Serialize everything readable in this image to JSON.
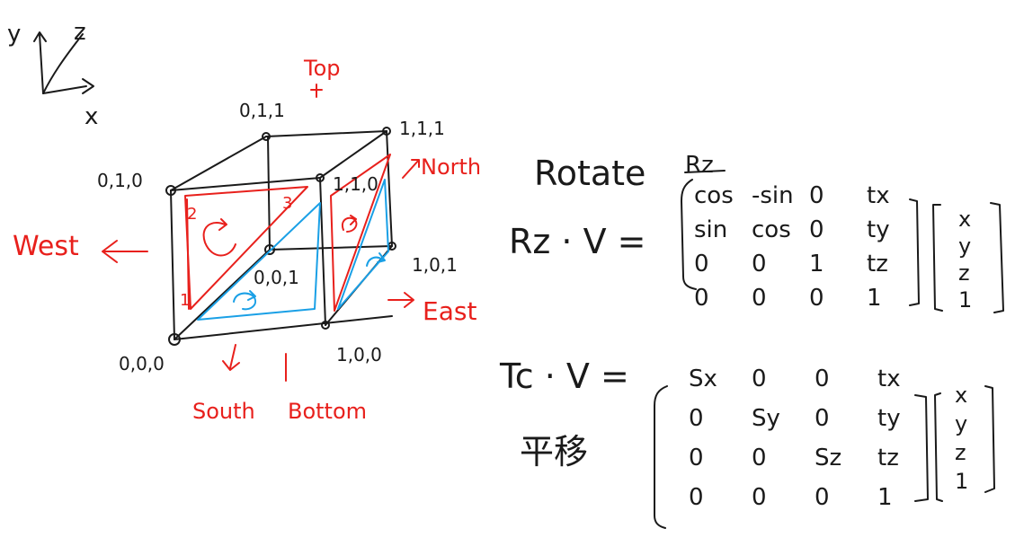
{
  "axes": {
    "y": "y",
    "z": "z",
    "x": "x"
  },
  "vertices": {
    "v010": "0,1,0",
    "v011": "0,1,1",
    "v111": "1,1,1",
    "v110": "1,1,0",
    "v001": "0,0,1",
    "v101": "1,0,1",
    "v000": "0,0,0",
    "v100": "1,0,0"
  },
  "faces": {
    "top": "Top",
    "north": "North",
    "west": "West",
    "east": "East",
    "south": "South",
    "bottom": "Bottom"
  },
  "edge_numbers": {
    "one": "1",
    "two": "2",
    "three": "3"
  },
  "rotate": {
    "label": "Rotate",
    "matrix_name": "Rz",
    "equation_lhs": "Rz · V =",
    "matrix": [
      [
        "cos",
        "-sin",
        "0",
        "tx"
      ],
      [
        "sin",
        "cos",
        "0",
        "ty"
      ],
      [
        "0",
        "0",
        "1",
        "tz"
      ],
      [
        "0",
        "0",
        "0",
        "1"
      ]
    ],
    "vector": [
      "x",
      "y",
      "z",
      "1"
    ]
  },
  "translate": {
    "equation_lhs": "Tc · V =",
    "chinese_label": "平移",
    "matrix": [
      [
        "Sx",
        "0",
        "0",
        "tx"
      ],
      [
        "0",
        "Sy",
        "0",
        "ty"
      ],
      [
        "0",
        "0",
        "Sz",
        "tz"
      ],
      [
        "0",
        "0",
        "0",
        "1"
      ]
    ],
    "vector": [
      "x",
      "y",
      "z",
      "1"
    ]
  },
  "colors": {
    "ink": "#1a1a1a",
    "red": "#e8201c",
    "blue": "#1aa0e6"
  }
}
